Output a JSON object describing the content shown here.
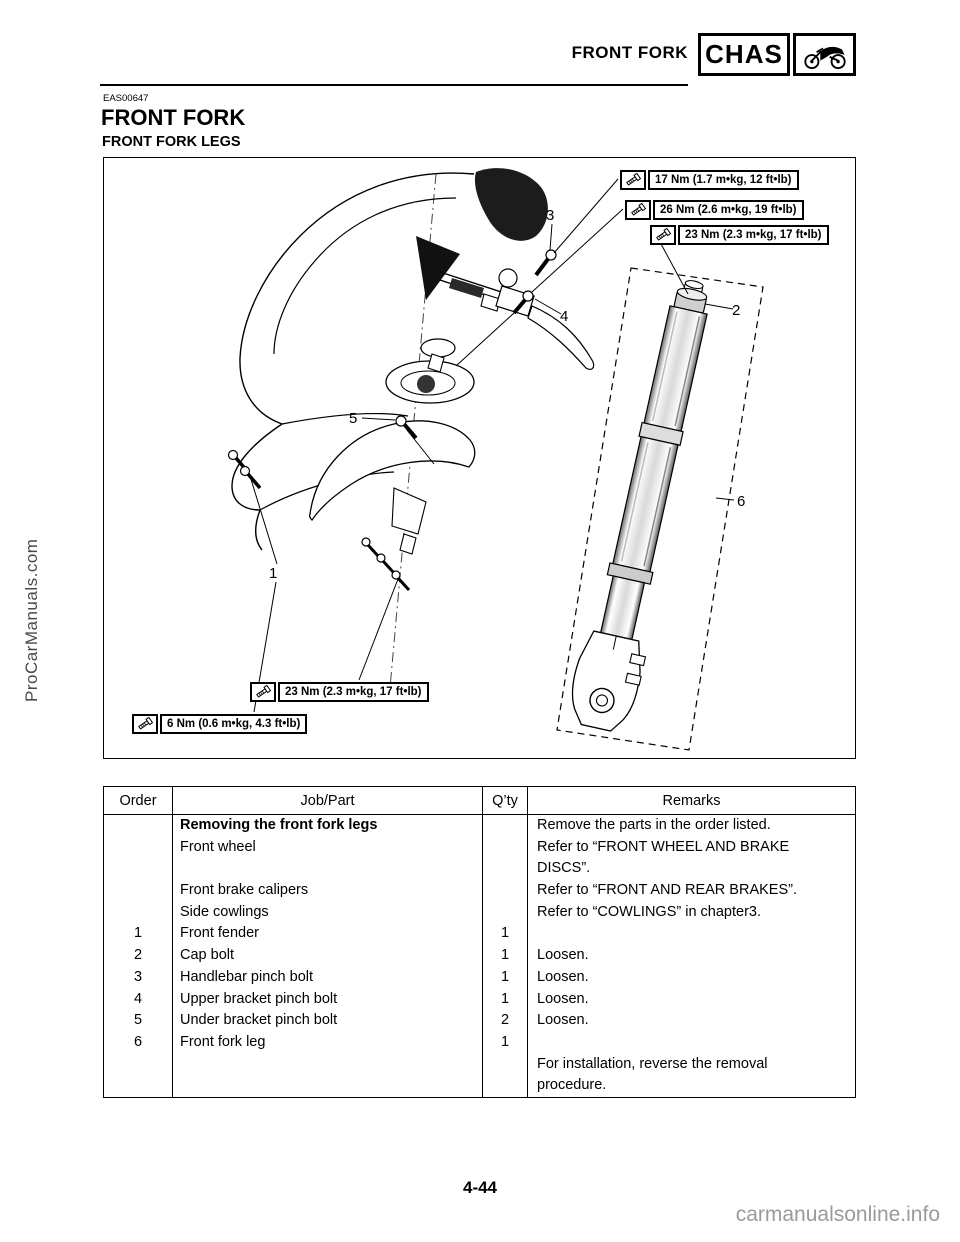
{
  "header": {
    "section_title": "FRONT FORK",
    "chapter_code": "CHAS"
  },
  "article": {
    "ref_code": "EAS00647",
    "title": "FRONT FORK",
    "subtitle": "FRONT FORK LEGS"
  },
  "diagram": {
    "torque_callouts": [
      {
        "label": "17 Nm (1.7 m•kg, 12 ft•lb)"
      },
      {
        "label": "26 Nm (2.6 m•kg, 19 ft•lb)"
      },
      {
        "label": "23 Nm (2.3 m•kg, 17 ft•lb)"
      },
      {
        "label": "23 Nm (2.3 m•kg, 17 ft•lb)"
      },
      {
        "label": "6 Nm (0.6 m•kg, 4.3 ft•lb)"
      }
    ],
    "part_labels": [
      "1",
      "2",
      "3",
      "4",
      "5",
      "6"
    ]
  },
  "table": {
    "headers": [
      "Order",
      "Job/Part",
      "Q’ty",
      "Remarks"
    ],
    "rows": [
      {
        "order": "",
        "job": "Removing the front fork legs",
        "qty": "",
        "remarks": "Remove the parts in the order listed."
      },
      {
        "order": "",
        "job": "Front wheel",
        "qty": "",
        "remarks": "Refer to “FRONT WHEEL AND BRAKE"
      },
      {
        "order": "",
        "job": "",
        "qty": "",
        "remarks": "DISCS”."
      },
      {
        "order": "",
        "job": "Front brake calipers",
        "qty": "",
        "remarks": "Refer to “FRONT AND REAR BRAKES”."
      },
      {
        "order": "",
        "job": "Side cowlings",
        "qty": "",
        "remarks": "Refer to “COWLINGS” in chapter3."
      },
      {
        "order": "1",
        "job": "Front fender",
        "qty": "1",
        "remarks": ""
      },
      {
        "order": "2",
        "job": "Cap bolt",
        "qty": "1",
        "remarks": "Loosen."
      },
      {
        "order": "3",
        "job": "Handlebar pinch bolt",
        "qty": "1",
        "remarks": "Loosen."
      },
      {
        "order": "4",
        "job": "Upper bracket pinch bolt",
        "qty": "1",
        "remarks": "Loosen."
      },
      {
        "order": "5",
        "job": "Under bracket pinch bolt",
        "qty": "2",
        "remarks": "Loosen."
      },
      {
        "order": "6",
        "job": "Front fork leg",
        "qty": "1",
        "remarks": ""
      },
      {
        "order": "",
        "job": "",
        "qty": "",
        "remarks": "For installation, reverse the removal"
      },
      {
        "order": "",
        "job": "",
        "qty": "",
        "remarks": "procedure."
      }
    ]
  },
  "footer": {
    "page_number": "4-44",
    "watermark_side": "ProCarManuals.com",
    "watermark_bottom": "carmanualsonline.info"
  }
}
